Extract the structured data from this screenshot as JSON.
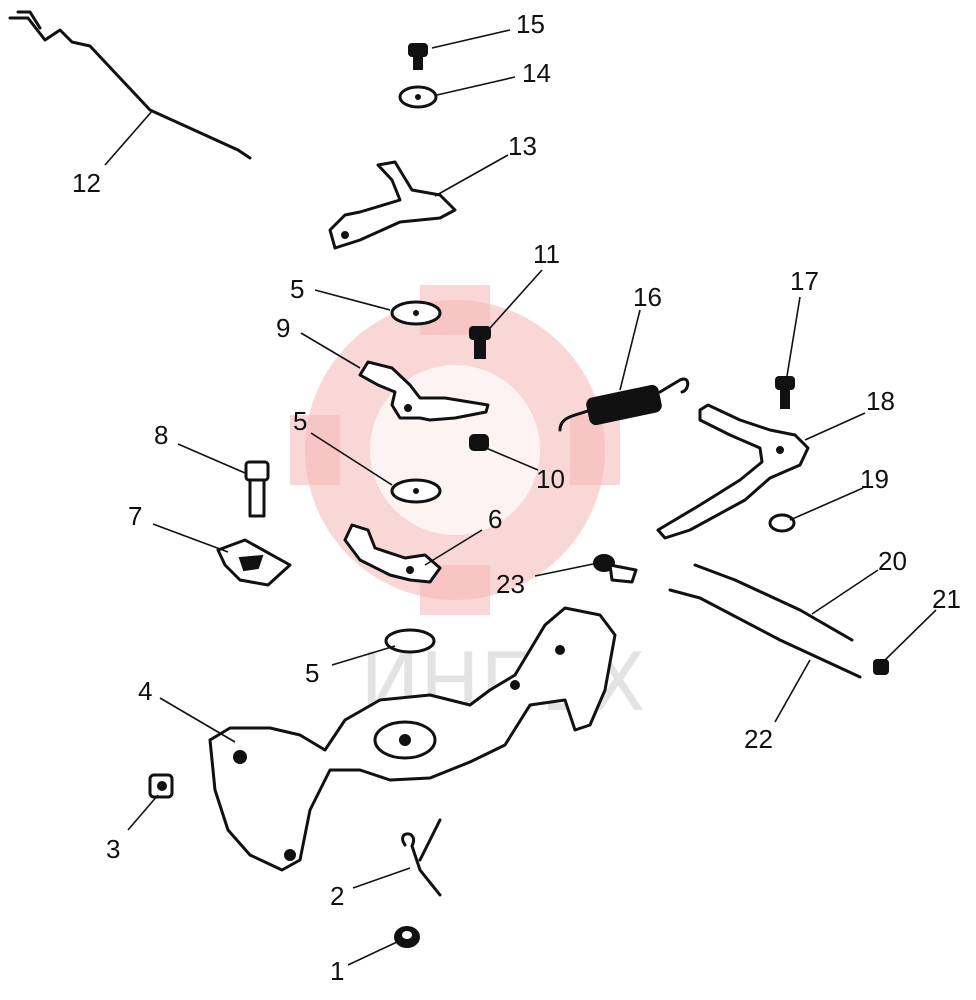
{
  "diagram": {
    "watermark_text": "ИНПЕХ",
    "callouts": [
      {
        "id": "c1",
        "label": "1"
      },
      {
        "id": "c2",
        "label": "2"
      },
      {
        "id": "c3",
        "label": "3"
      },
      {
        "id": "c4",
        "label": "4"
      },
      {
        "id": "c5a",
        "label": "5"
      },
      {
        "id": "c5b",
        "label": "5"
      },
      {
        "id": "c5c",
        "label": "5"
      },
      {
        "id": "c6",
        "label": "6"
      },
      {
        "id": "c7",
        "label": "7"
      },
      {
        "id": "c8",
        "label": "8"
      },
      {
        "id": "c9",
        "label": "9"
      },
      {
        "id": "c10",
        "label": "10"
      },
      {
        "id": "c11",
        "label": "11"
      },
      {
        "id": "c12",
        "label": "12"
      },
      {
        "id": "c13",
        "label": "13"
      },
      {
        "id": "c14",
        "label": "14"
      },
      {
        "id": "c15",
        "label": "15"
      },
      {
        "id": "c16",
        "label": "16"
      },
      {
        "id": "c17",
        "label": "17"
      },
      {
        "id": "c18",
        "label": "18"
      },
      {
        "id": "c19",
        "label": "19"
      },
      {
        "id": "c20",
        "label": "20"
      },
      {
        "id": "c21",
        "label": "21"
      },
      {
        "id": "c22",
        "label": "22"
      },
      {
        "id": "c23",
        "label": "23"
      }
    ]
  }
}
